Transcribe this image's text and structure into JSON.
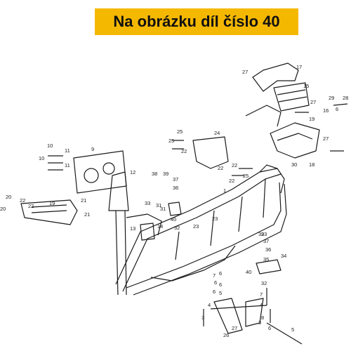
{
  "banner": {
    "text": "Na obrázku díl číslo 40",
    "color": "#f5b800"
  },
  "callouts": [
    "27",
    "17",
    "15",
    "29",
    "28",
    "27",
    "16",
    "6",
    "19",
    "27",
    "30",
    "18",
    "25",
    "25",
    "22",
    "24",
    "22",
    "25",
    "22",
    "10",
    "11",
    "10",
    "11",
    "9",
    "12",
    "38",
    "39",
    "37",
    "36",
    "33",
    "20",
    "22",
    "20",
    "22",
    "19",
    "21",
    "21",
    "13",
    "14",
    "40",
    "31",
    "32",
    "1",
    "23",
    "23",
    "23",
    "39",
    "37",
    "36",
    "35",
    "40",
    "34",
    "32",
    "7",
    "6",
    "6",
    "6",
    "6",
    "5",
    "4",
    "7",
    "4",
    "3",
    "3",
    "8",
    "6",
    "5",
    "27",
    "26",
    "31",
    "22"
  ]
}
